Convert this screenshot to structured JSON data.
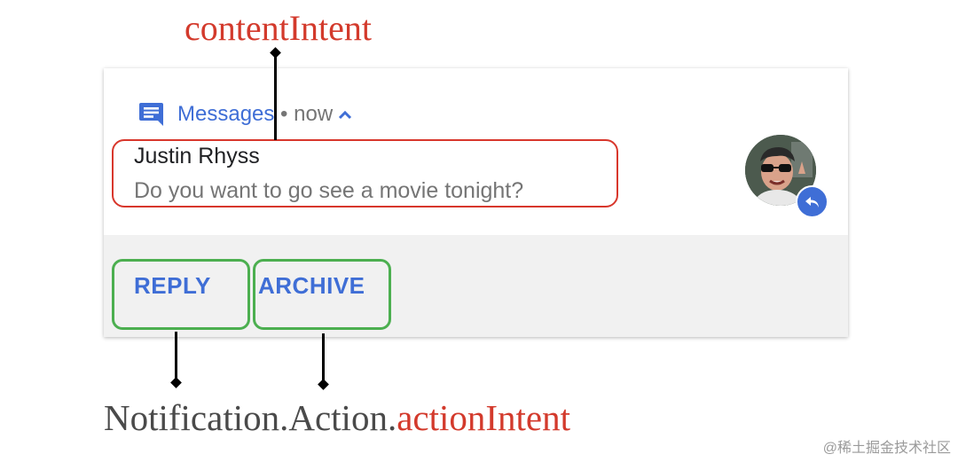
{
  "annotations": {
    "content_intent": "contentIntent",
    "action_prefix": "Notification.Action.",
    "action_intent": "actionIntent"
  },
  "notification": {
    "app_icon": "messages-icon",
    "app_name": "Messages",
    "time": " • now",
    "expand_icon": "chevron-up-icon",
    "title": "Justin Rhyss",
    "body": "Do you want to go see a movie tonight?",
    "avatar_badge_icon": "reply-arrow-icon",
    "actions": [
      "REPLY",
      "ARCHIVE"
    ]
  },
  "colors": {
    "accent_blue": "#3f6ed6",
    "annotation_red": "#d33a2c",
    "action_box_green": "#4caf50",
    "content_box_red": "#d8372c"
  },
  "watermark": "@稀土掘金技术社区"
}
